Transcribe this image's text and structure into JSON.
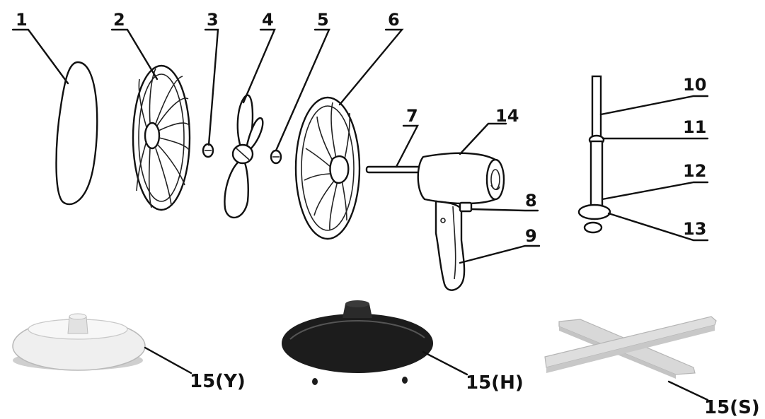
{
  "labels": {
    "p1": "1",
    "p2": "2",
    "p3": "3",
    "p4": "4",
    "p5": "5",
    "p6": "6",
    "p7": "7",
    "p8": "8",
    "p9": "9",
    "p10": "10",
    "p11": "11",
    "p12": "12",
    "p13": "13",
    "p14": "14",
    "p15y": "15(Y)",
    "p15h": "15(H)",
    "p15s": "15(S)"
  },
  "colors": {
    "ink": "#111111",
    "base_light": "#ececec",
    "base_dark": "#1c1c1c",
    "cross_base": "#d9d9d9"
  },
  "parts": [
    {
      "id": "front-grille-cover",
      "icon": "oval-cover"
    },
    {
      "id": "front-grille",
      "icon": "spoked-grille"
    },
    {
      "id": "blade-nut",
      "icon": "small-nut"
    },
    {
      "id": "fan-blade",
      "icon": "three-blade-propeller"
    },
    {
      "id": "rear-nut",
      "icon": "small-nut"
    },
    {
      "id": "rear-grille",
      "icon": "spoked-grille"
    },
    {
      "id": "motor-shaft",
      "icon": "shaft"
    },
    {
      "id": "motor-housing",
      "icon": "motor"
    },
    {
      "id": "bracket-knob",
      "icon": "knob"
    },
    {
      "id": "support-bracket",
      "icon": "bracket"
    },
    {
      "id": "upper-pole",
      "icon": "pole"
    },
    {
      "id": "height-lock",
      "icon": "collar"
    },
    {
      "id": "lower-pole",
      "icon": "pole"
    },
    {
      "id": "pole-base-nut",
      "icon": "nut"
    },
    {
      "id": "round-base-light",
      "icon": "round-base"
    },
    {
      "id": "round-base-heavy",
      "icon": "round-base"
    },
    {
      "id": "cross-base",
      "icon": "cross-base"
    }
  ]
}
